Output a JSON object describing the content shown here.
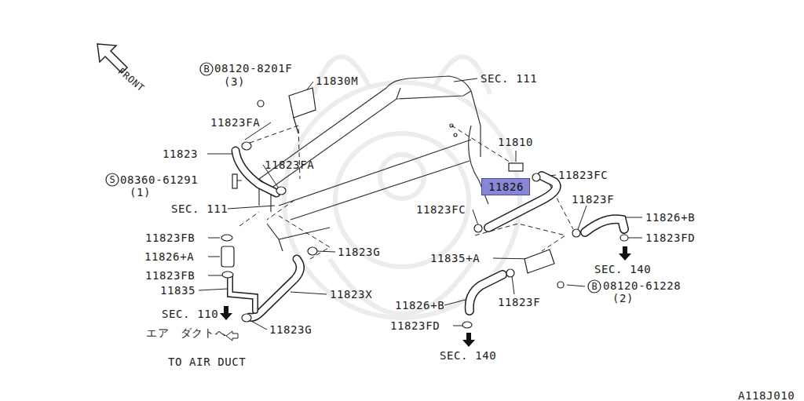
{
  "diagram": {
    "nodes": [
      {
        "text": [
          "11826"
        ]
      }
    ],
    "labels": [
      "FRONT",
      "SEC. 111",
      "B",
      "08120-8201F",
      "(3)",
      "11830M",
      "11823FA",
      "11823",
      "11823FA",
      "S",
      "08360-61291",
      "(1)",
      "SEC. 111",
      "11823FB",
      "11826+A",
      "11823FB",
      "11835",
      "SEC. 110",
      "エア　ダクトへ",
      "TO AIR DUCT",
      "11823X",
      "11823G",
      "11823G",
      "11810",
      "11823FC",
      "11823FC",
      "11823F",
      "11826+B",
      "11823FD",
      "SEC. 140",
      "11835+A",
      "B",
      "08120-61228",
      "(2)",
      "11823F",
      "11826+B",
      "11823FD",
      "SEC. 140",
      "A118J010"
    ]
  }
}
